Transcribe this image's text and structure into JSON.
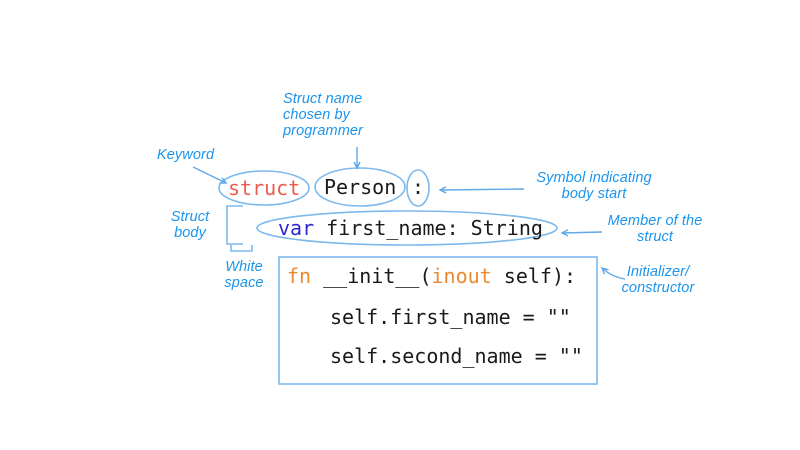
{
  "colors": {
    "background": "#ffffff",
    "annotation": "#1b95ee",
    "shape": "#7db9ec",
    "arrow": "#5ea9e9",
    "keyword-red": "#ef5a4e",
    "keyword-orange": "#e98a30",
    "keyword-blue": "#2b2ad4",
    "code-text": "#1a1a1a"
  },
  "labels": {
    "struct_name": [
      "Struct name",
      "chosen by",
      "programmer"
    ],
    "keyword": "Keyword",
    "symbol": [
      "Symbol indicating",
      "body start"
    ],
    "member": [
      "Member of the",
      "struct"
    ],
    "initializer": [
      "Initializer/",
      "constructor"
    ],
    "struct_body": [
      "Struct",
      "body"
    ],
    "white_space": [
      "White",
      "space"
    ]
  },
  "code": {
    "struct_keyword": "struct",
    "struct_name": "Person",
    "colon": ":",
    "var_keyword": "var",
    "var_rest": " first_name: String",
    "fn_keyword": "fn",
    "init_name": " __init__(",
    "inout_keyword": "inout",
    "init_rest": " self):",
    "body_line_1": "self.first_name = \"\"",
    "body_line_2": "self.second_name = \"\""
  }
}
